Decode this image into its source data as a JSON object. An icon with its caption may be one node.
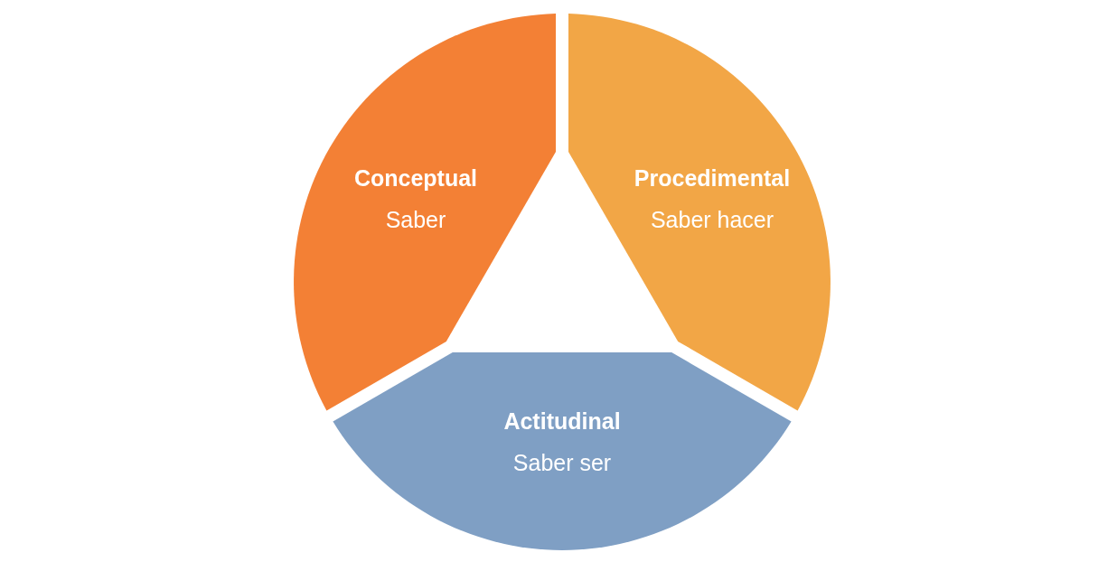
{
  "diagram": {
    "nodes": [
      {
        "text": [
          "Conceptual",
          "Saber"
        ]
      },
      {
        "text": [
          "Procedimental",
          "Saber hacer"
        ]
      },
      {
        "text": [
          "Actitudinal",
          "Saber ser"
        ]
      }
    ]
  }
}
